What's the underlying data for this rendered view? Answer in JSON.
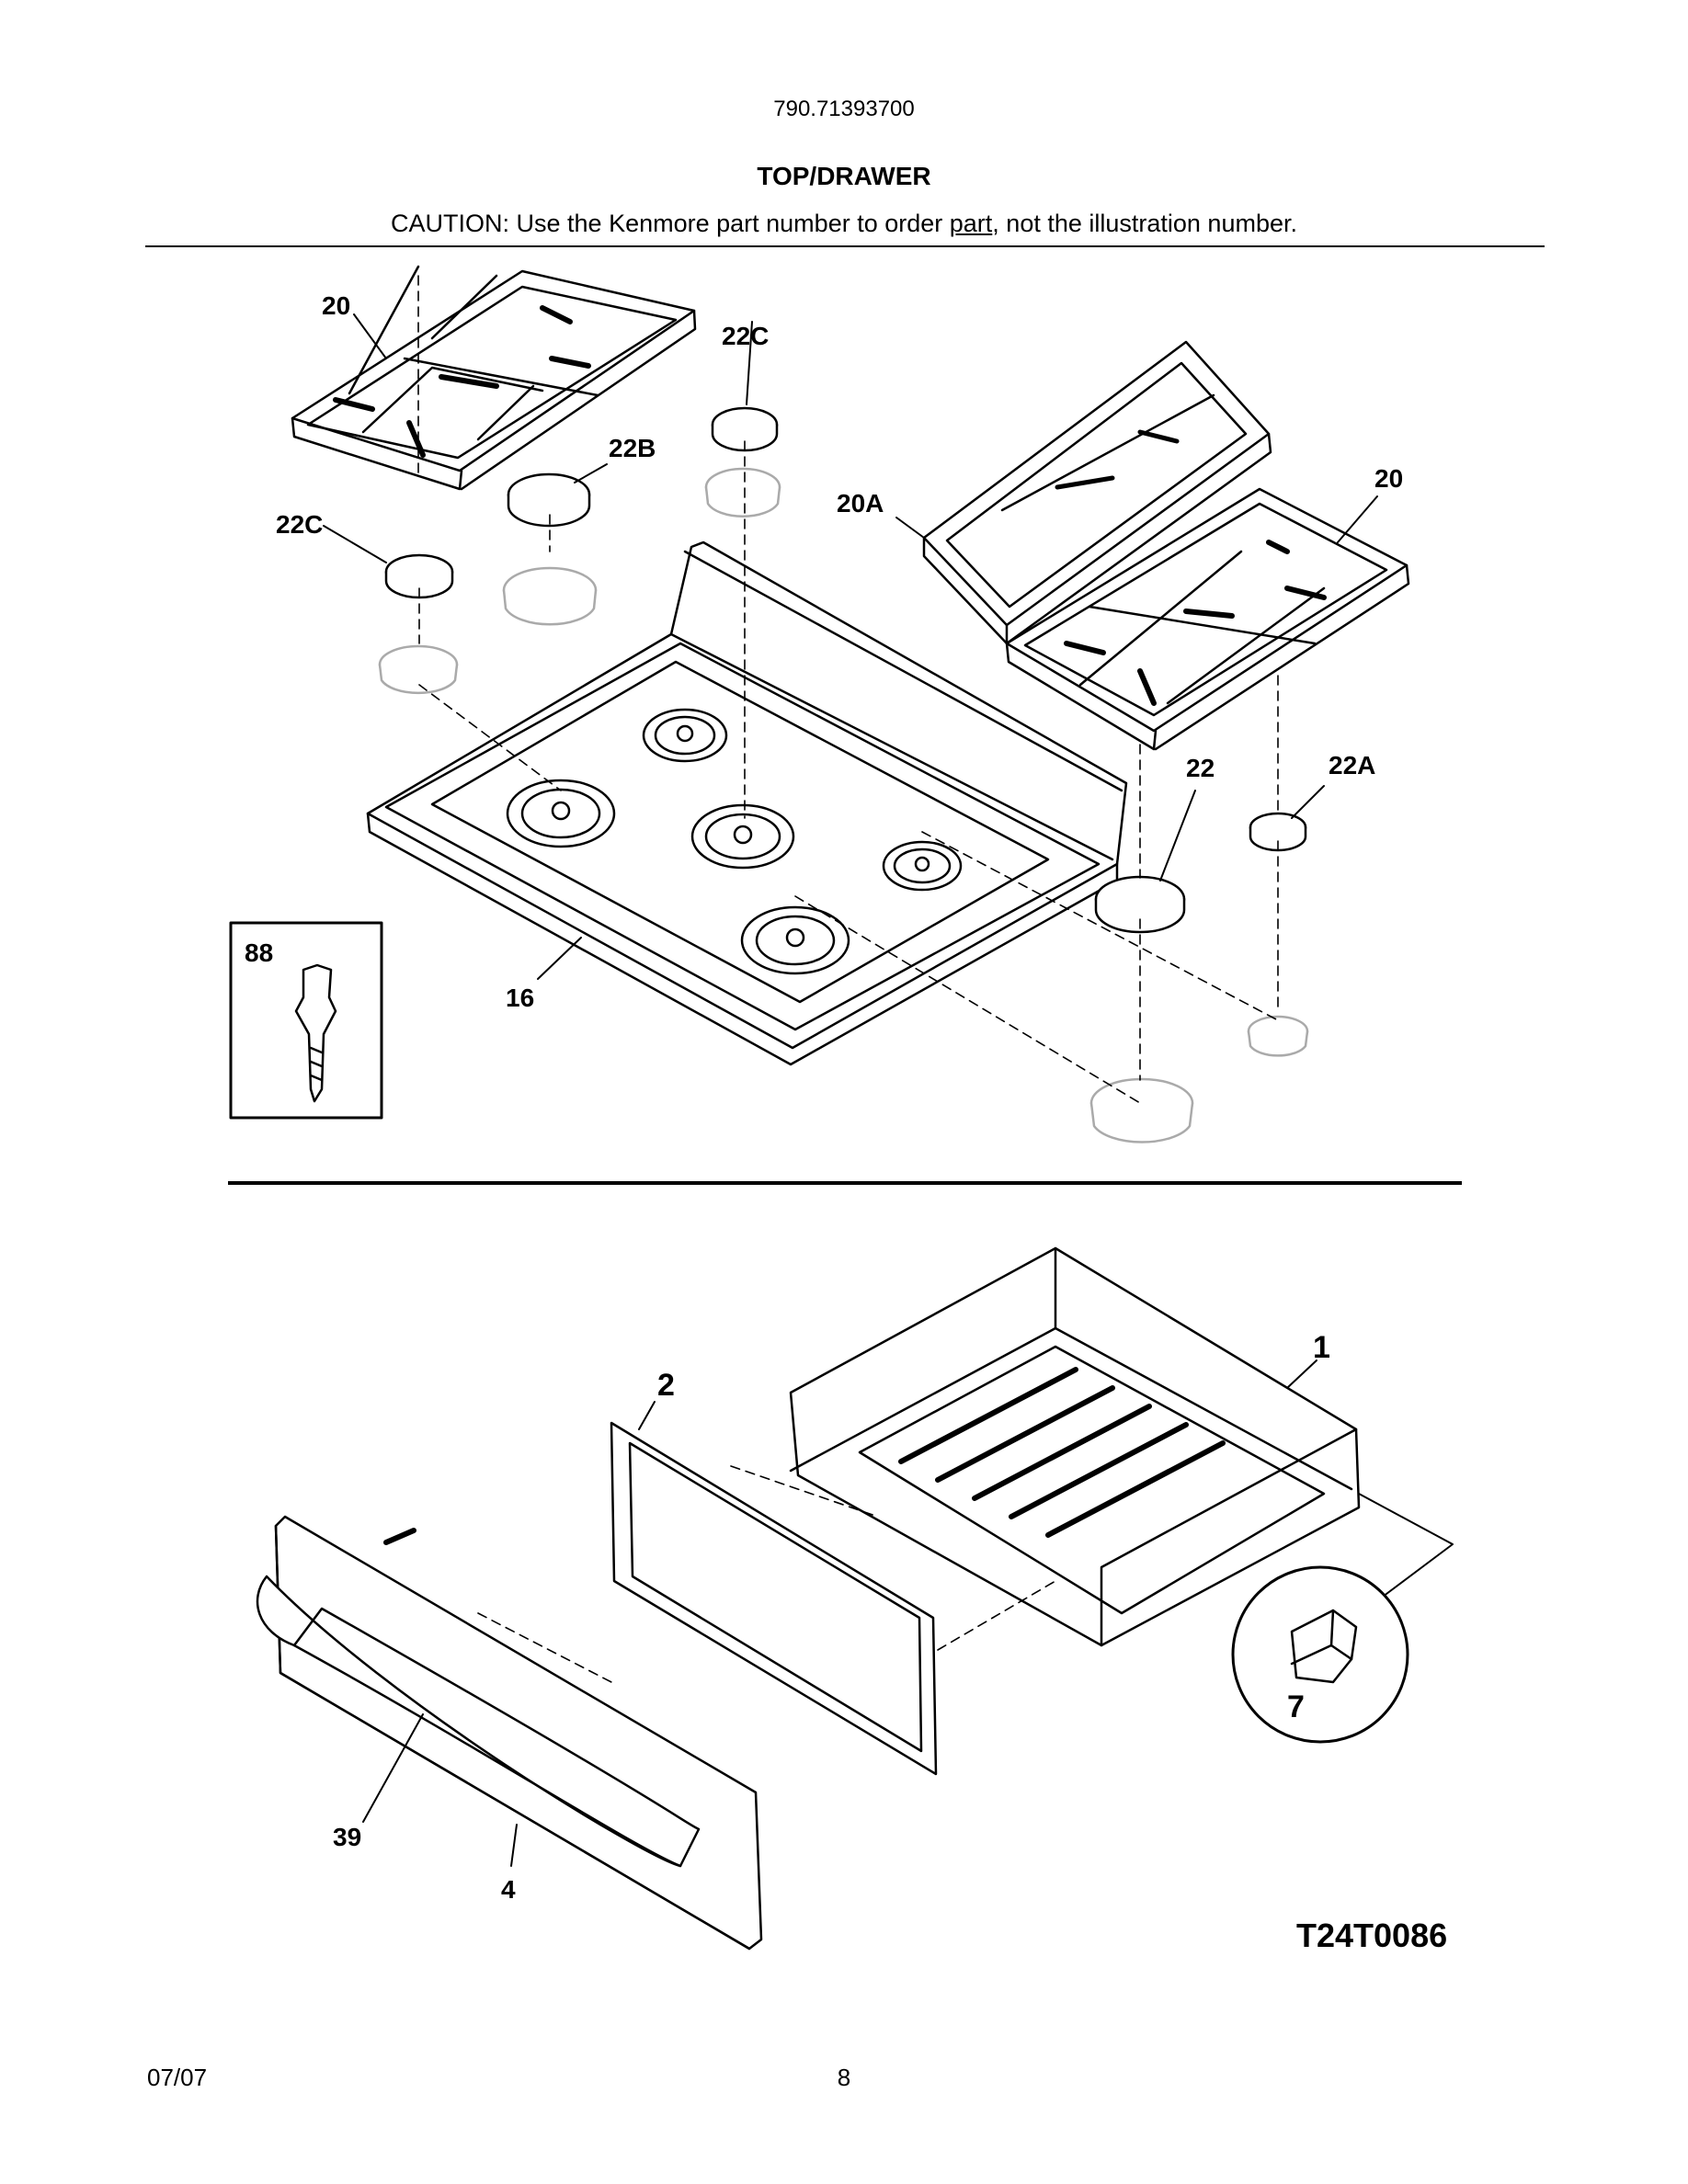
{
  "header": {
    "model_number": "790.71393700",
    "section_title": "TOP/DRAWER",
    "caution_prefix": "CAUTION: Use the Kenmore part number to order ",
    "caution_link": "part",
    "caution_suffix": ", not the illustration number."
  },
  "top_labels": {
    "grate_left": "20",
    "cap_top": "22C",
    "cap_middle": "22B",
    "cap_left": "22C",
    "grate_center": "20A",
    "grate_right": "20",
    "cap_large": "22",
    "cap_small": "22A",
    "cooktop": "16",
    "inset": "88"
  },
  "drawer_labels": {
    "drawer_body": "1",
    "drawer_panel": "2",
    "drawer_front": "4",
    "handle": "39",
    "clip": "7"
  },
  "figure_code": "T24T0086",
  "footer": {
    "date": "07/07",
    "page_number": "8"
  }
}
